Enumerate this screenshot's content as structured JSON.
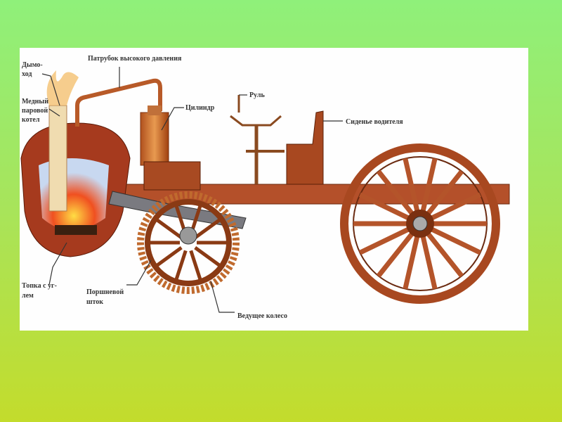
{
  "diagram": {
    "labels": {
      "chimney": [
        "Дымо-",
        "ход"
      ],
      "boiler": [
        "Медный",
        "паровой",
        "котел"
      ],
      "pipe": "Патрубок высокого давления",
      "cylinder": "Цилиндр",
      "steering": "Руль",
      "seat": "Сиденье водителя",
      "firebox": [
        "Топка с уг-",
        "лем"
      ],
      "piston_rod": [
        "Поршневой",
        "шток"
      ],
      "drive_wheel": "Ведущее колесо"
    }
  }
}
